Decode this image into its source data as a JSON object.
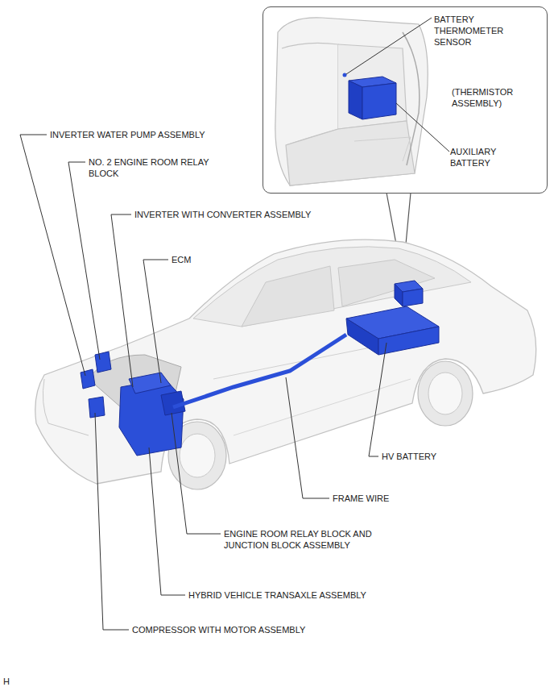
{
  "diagram": {
    "nodes": [
      {
        "text": [
          "BATTERY THERMOMETER SENSOR",
          "(THERMISTOR ASSEMBLY)",
          "AUXILIARY BATTERY"
        ]
      }
    ],
    "labels": [
      "INVERTER WATER PUMP ASSEMBLY",
      "NO. 2 ENGINE ROOM RELAY BLOCK",
      "INVERTER WITH CONVERTER ASSEMBLY",
      "ECM",
      "HV BATTERY",
      "FRAME WIRE",
      "ENGINE ROOM RELAY BLOCK AND JUNCTION BLOCK ASSEMBLY",
      "HYBRID VEHICLE TRANSAXLE ASSEMBLY",
      "COMPRESSOR WITH MOTOR ASSEMBLY",
      "H"
    ]
  }
}
